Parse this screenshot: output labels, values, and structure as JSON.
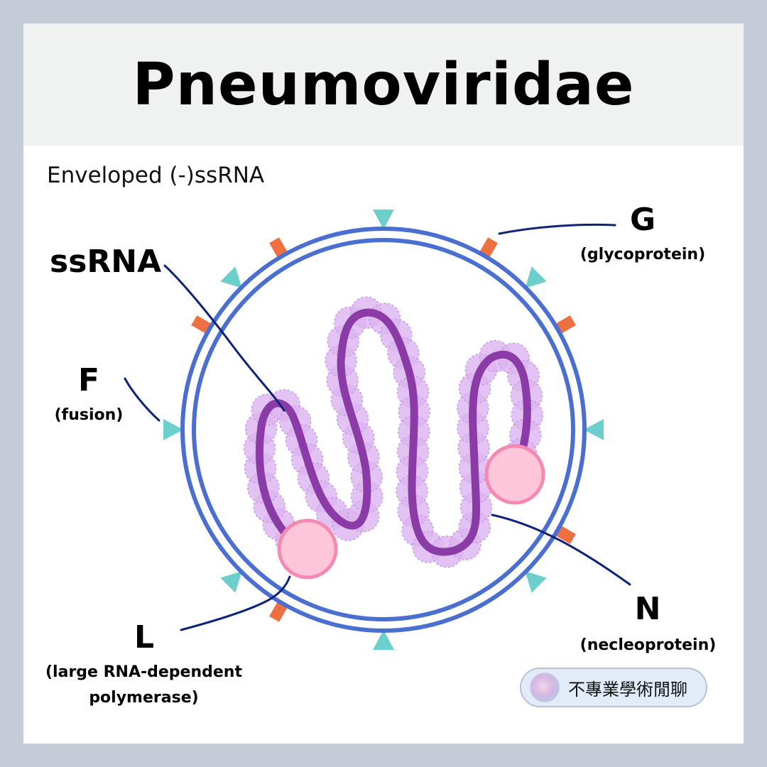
{
  "title": "Pneumoviridae",
  "subtitle": "Enveloped (-)ssRNA",
  "labels": {
    "g": {
      "letter": "G",
      "desc": "(glycoprotein)"
    },
    "ssrna": {
      "letter": "ssRNA"
    },
    "f": {
      "letter": "F",
      "desc": "(fusion)"
    },
    "l": {
      "letter": "L",
      "desc_line1": "(large RNA-dependent",
      "desc_line2": "polymerase)"
    },
    "n": {
      "letter": "N",
      "desc": "(necleoprotein)"
    }
  },
  "badge": {
    "text": "不專業學術閒聊",
    "icon": "brain-cell-icon"
  },
  "colors": {
    "envelope": "#4a6fd0",
    "g_spike": "#ee7040",
    "f_spike": "#6ccfcb",
    "rna": "#8b3ba6",
    "nucleoprotein": "#dcb4f0",
    "polymerase": "#ffc6d9",
    "leader_line": "#0f2478"
  }
}
